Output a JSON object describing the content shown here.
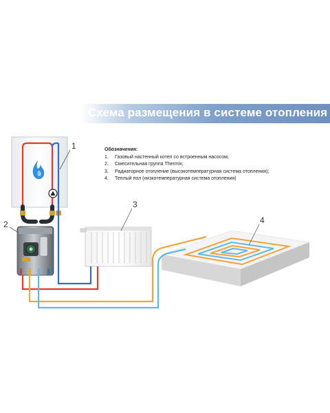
{
  "title": "Схема размещения в системе отопления",
  "legend": {
    "title": "Обозначения:",
    "items": [
      {
        "num": "1.",
        "text": "Газовый настенный котел со встроенным насосом;"
      },
      {
        "num": "2.",
        "text": "Смесительная группа Thermix;"
      },
      {
        "num": "3.",
        "text": "Радиаторное отопление (высокотемпературная система отопления);"
      },
      {
        "num": "4.",
        "text": "Теплый пол (низкотемпературная система отопления)"
      }
    ]
  },
  "callouts": {
    "boiler": "1",
    "mixing_group": "2",
    "radiator": "3",
    "floor": "4"
  },
  "colors": {
    "hot_pipe": "#e03a2f",
    "cold_pipe": "#2f6fc4",
    "floor_supply": "#f2a33a",
    "floor_return": "#5fb8e6",
    "banner": "#6d91c0"
  },
  "icons": {
    "flame": "flame-icon",
    "pump": "pump-arrow-icon"
  }
}
